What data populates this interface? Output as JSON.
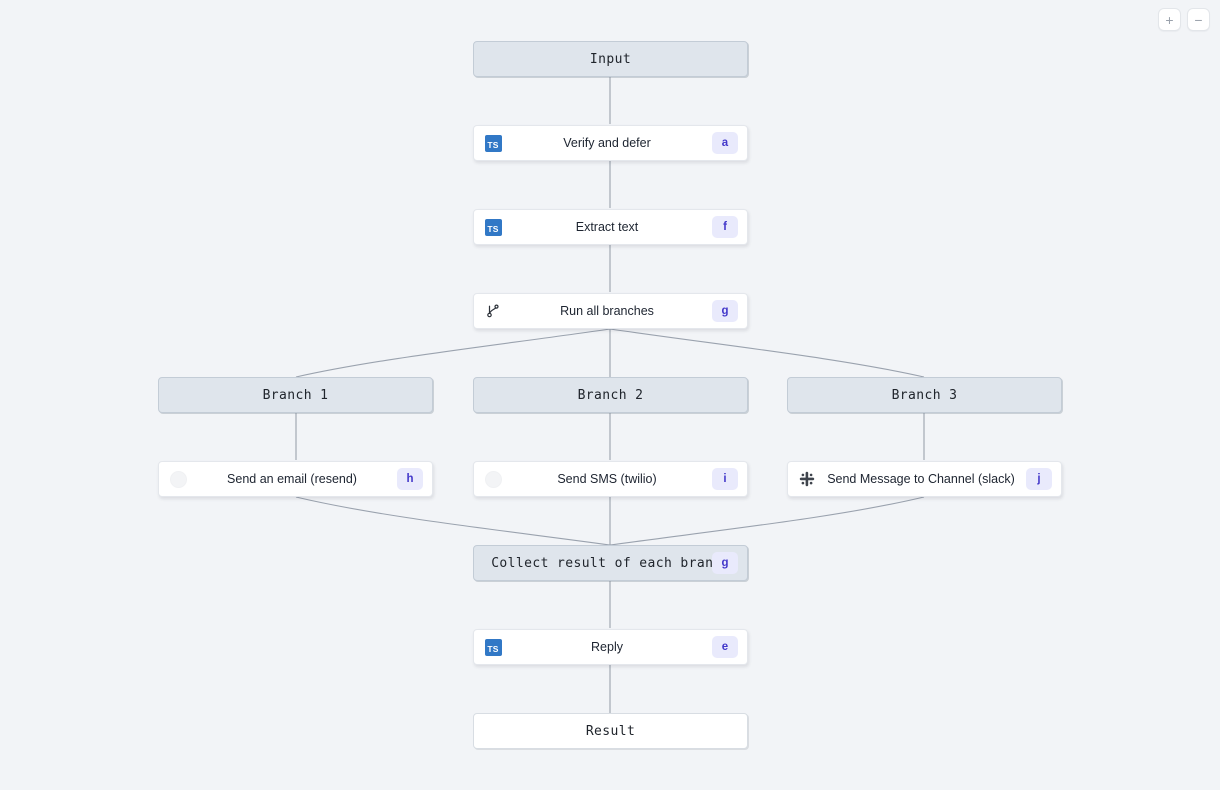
{
  "canvas": {
    "background_color": "#f2f4f7",
    "accent_badge_bg": "#e9eafc",
    "accent_badge_fg": "#4338ca",
    "virtual_node_bg": "#dfe5ec",
    "edge_color": "#9aa2ae"
  },
  "controls": {
    "zoom_in_label": "+",
    "zoom_out_label": "−",
    "zoom_in_name": "zoom-in",
    "zoom_out_name": "zoom-out"
  },
  "nodes": {
    "input": {
      "label": "Input",
      "kind": "virtual"
    },
    "verify": {
      "label": "Verify and defer",
      "badge": "a",
      "icon": "typescript-icon"
    },
    "extract": {
      "label": "Extract text",
      "badge": "f",
      "icon": "typescript-icon"
    },
    "run_branches": {
      "label": "Run all branches",
      "badge": "g",
      "icon": "branch-icon"
    },
    "branch1": {
      "label": "Branch 1",
      "kind": "virtual"
    },
    "branch2": {
      "label": "Branch 2",
      "kind": "virtual"
    },
    "branch3": {
      "label": "Branch 3",
      "kind": "virtual"
    },
    "email": {
      "label": "Send an email (resend)",
      "badge": "h",
      "icon": "placeholder-icon"
    },
    "sms": {
      "label": "Send SMS (twilio)",
      "badge": "i",
      "icon": "placeholder-icon"
    },
    "slack": {
      "label": "Send Message to Channel (slack)",
      "badge": "j",
      "icon": "slack-icon"
    },
    "collect": {
      "label": "Collect result of each branch",
      "badge": "g",
      "kind": "virtual"
    },
    "reply": {
      "label": "Reply",
      "badge": "e",
      "icon": "typescript-icon"
    },
    "result": {
      "label": "Result",
      "kind": "result"
    }
  }
}
